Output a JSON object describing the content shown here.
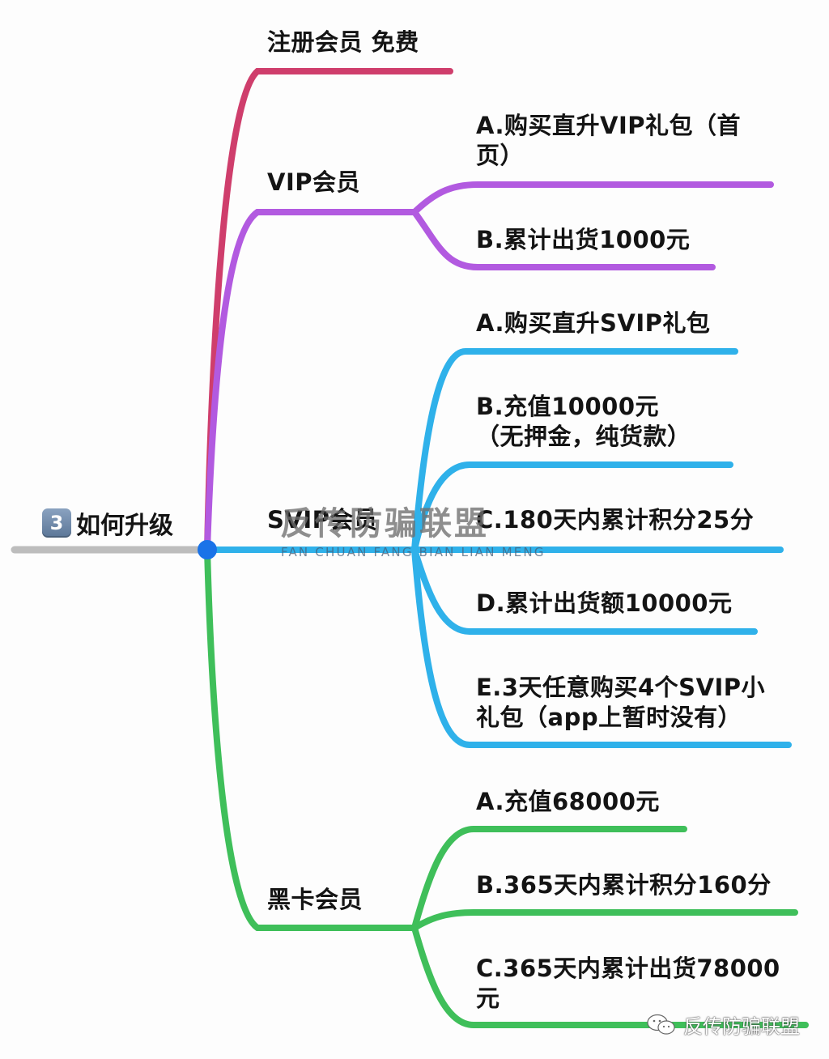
{
  "root": {
    "badge": "3",
    "label": "如何升级",
    "icon": "keycap-3-icon"
  },
  "colors": {
    "root_line": "#bdbdbd",
    "hub": "#1a73e8",
    "register": "#cf3e6c",
    "vip": "#b25ae0",
    "svip": "#2fb1ea",
    "black_card": "#3fbf5a"
  },
  "branches": [
    {
      "id": "register",
      "label": "注册会员 免费",
      "children": []
    },
    {
      "id": "vip",
      "label": "VIP会员",
      "children": [
        {
          "label": "A.购买直升VIP礼包（首\n页）"
        },
        {
          "label": "B.累计出货1000元"
        }
      ]
    },
    {
      "id": "svip",
      "label": "SVIP会员",
      "children": [
        {
          "label": "A.购买直升SVIP礼包"
        },
        {
          "label": "B.充值10000元\n（无押金，纯货款）"
        },
        {
          "label": "C.180天内累计积分25分"
        },
        {
          "label": "D.累计出货额10000元"
        },
        {
          "label": "E.3天任意购买4个SVIP小\n礼包（app上暂时没有）"
        }
      ]
    },
    {
      "id": "black_card",
      "label": "黑卡会员",
      "children": [
        {
          "label": "A.充值68000元"
        },
        {
          "label": "B.365天内累计积分160分"
        },
        {
          "label": "C.365天内累计出货78000\n元"
        }
      ]
    }
  ],
  "watermark": {
    "cn": "反传防骗联盟",
    "en": "FAN CHUAN FANG BIAN LIAN MENG"
  },
  "footer": {
    "icon": "wechat-icon",
    "label": "反传防骗联盟"
  }
}
